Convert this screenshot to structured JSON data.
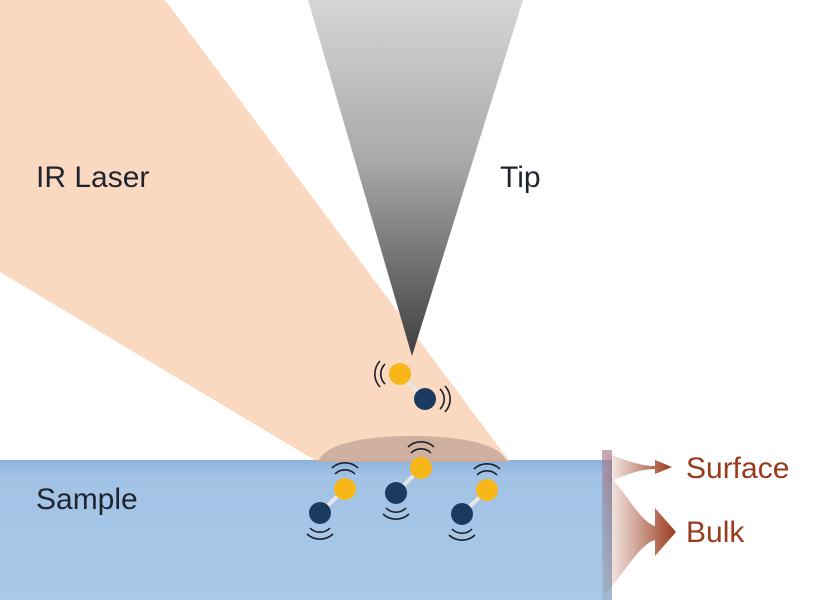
{
  "labels": {
    "laser": "IR Laser",
    "tip": "Tip",
    "sample": "Sample",
    "surface": "Surface",
    "bulk": "Bulk"
  },
  "colors": {
    "laser_beam": "#f9c39a",
    "tip_light": "#d4d4d4",
    "tip_dark": "#4d4d4d",
    "sample_top": "#8fb4dc",
    "sample_body": "#a9c8e9",
    "surface_layer": "#9aa6b7",
    "atom_yellow": "#f7b719",
    "atom_navy": "#1b3a5f",
    "arrow": "#9a3a1c",
    "text_dark": "#1f2530"
  }
}
